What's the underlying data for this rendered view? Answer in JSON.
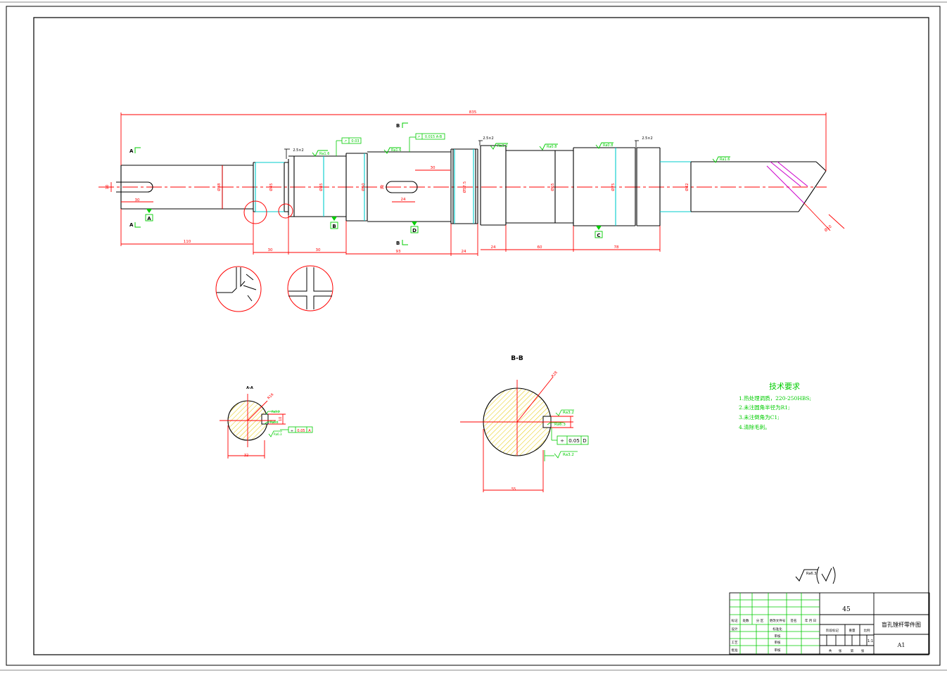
{
  "dims": {
    "overall": "835",
    "left_len": "110",
    "key_len_left": "30",
    "step_30a": "30",
    "step_30b": "30",
    "mid_len": "93",
    "step_24a": "24",
    "step_24b": "24",
    "step_60": "60",
    "step_78": "78",
    "keyway_len": "30",
    "keyway_w": "24",
    "groove_a": "2.5×2",
    "groove_b": "2.5×2",
    "groove_c": "2.5×2",
    "d_left": "10",
    "d_shaft1": "Ø38",
    "d_shaft2": "Ø45",
    "d_shaft3": "Ø45",
    "d_shaft4": "Ø50",
    "d_key2": "12",
    "d_shaft5": "Ø57.5",
    "d_shaft6": "Ø65",
    "d_shaft7": "Ø75",
    "d_shaft8": "Ø42",
    "angle": "Ø10"
  },
  "annotations": {
    "ra_a": "Ra1.6",
    "ra_b": "Ra1.6",
    "ra_c": "Ra3.2",
    "ra_d": "Ra0.8",
    "ra_e": "Ra0.8",
    "ra_f": "Ra1.6",
    "runout_a": "0.03",
    "runout_b": "0.015  A-B"
  },
  "datums": {
    "a": "A",
    "b": "B",
    "c": "C",
    "d": "D"
  },
  "section_marks": {
    "a_top": "A",
    "a_bottom": "A",
    "b_top": "B",
    "b_bottom": "B"
  },
  "section_aa": {
    "title": "A-A",
    "radius": "R16",
    "width": "32",
    "key_depth": "10",
    "ra1": "Ra3.2",
    "ra2": "Ra6.3",
    "ra3": "Ra6.3",
    "tol_sym": "÷",
    "tol_val": "0.05",
    "tol_datum": "A"
  },
  "section_bb": {
    "title": "B-B",
    "radius": "R28",
    "width": "55",
    "ra1": "Ra3.2",
    "ra2": "Ra6.3",
    "ra3": "Ra3.2",
    "tol_sym": "÷",
    "tol_val": "0.05",
    "tol_datum": "D"
  },
  "tech_req": {
    "title": "技术要求",
    "items": [
      "1.热处理调质，220-250HBS;",
      "2.未注圆角半径为R1;",
      "3.未注倒角为C1;",
      "4.清除毛刺。"
    ]
  },
  "roughness_general": "Ra6.3",
  "title_block": {
    "material": "45",
    "drawing_name": "盲孔镗杆零件图",
    "sheet_size": "A1",
    "scale": "1:1",
    "labels": {
      "mark": "标记",
      "count": "处数",
      "zone": "分 区",
      "change_doc": "更改文件号",
      "sign": "签名",
      "date": "年 月 日",
      "design": "设计",
      "standard": "标准化",
      "stage_mark": "阶段标记",
      "weight": "重量",
      "ratio": "比例",
      "review": "审核",
      "process": "工艺",
      "audit": "审核",
      "approve": "批准",
      "check": "审核",
      "total": "共",
      "sheets": "张",
      "page": "第",
      "page_unit": "张"
    }
  },
  "colors": {
    "outline": "#000000",
    "center": "#ff0000",
    "dim": "#ff0000",
    "annot": "#00cc00",
    "cyan": "#00cccc",
    "hatch": "#e6c800",
    "magenta": "#cc00cc"
  }
}
